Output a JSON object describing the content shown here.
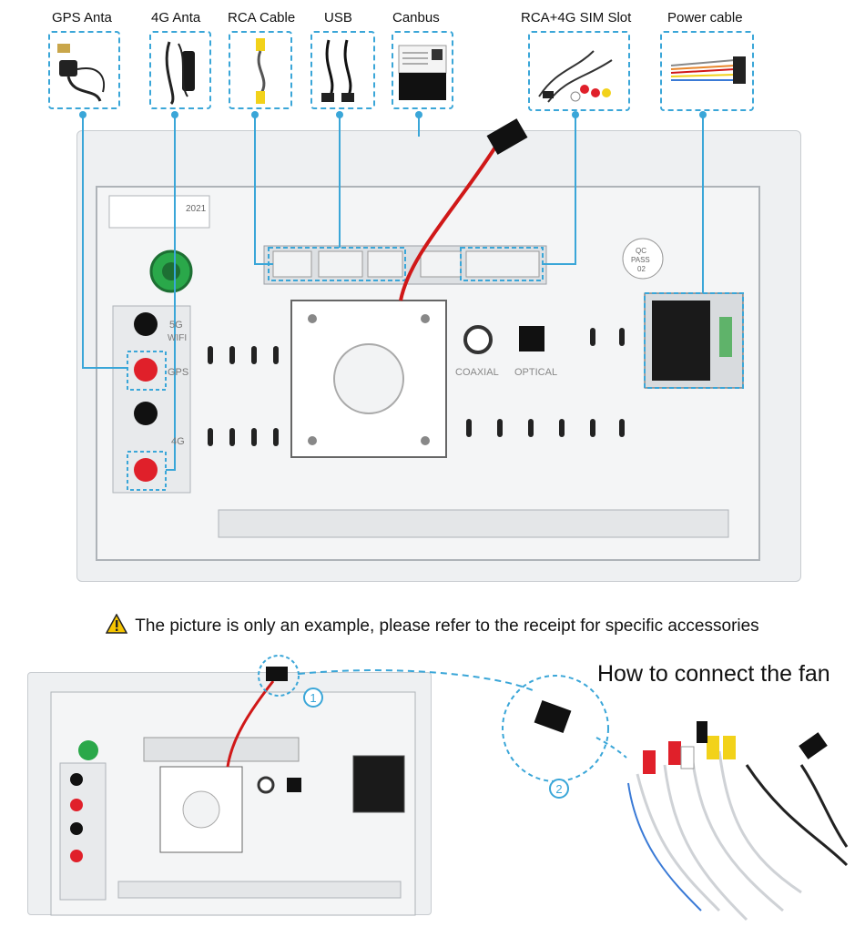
{
  "labels": {
    "gps": "GPS Anta",
    "fourg": "4G Anta",
    "rca": "RCA Cable",
    "usb": "USB",
    "canbus": "Canbus",
    "rca_sim": "RCA+4G SIM Slot",
    "power": "Power cable"
  },
  "panel_text": {
    "port_5g": "5G",
    "port_wifi": "WIFI",
    "port_gps": "GPS",
    "port_4g": "4G",
    "coaxial": "COAXIAL",
    "optical": "OPTICAL",
    "qc": "QC",
    "pass": "PASS",
    "qc_num": "02",
    "year": "2021"
  },
  "notice": "The picture is only an example, please refer to the receipt for specific accessories",
  "fan_title": "How to connect the fan",
  "steps": [
    "1",
    "2"
  ],
  "colors": {
    "callout": "#3aa6d8",
    "connector_green": "#2aa84a",
    "port_red": "#e0202a",
    "warning_yellow": "#f5c400",
    "wire_red": "#d01818"
  }
}
